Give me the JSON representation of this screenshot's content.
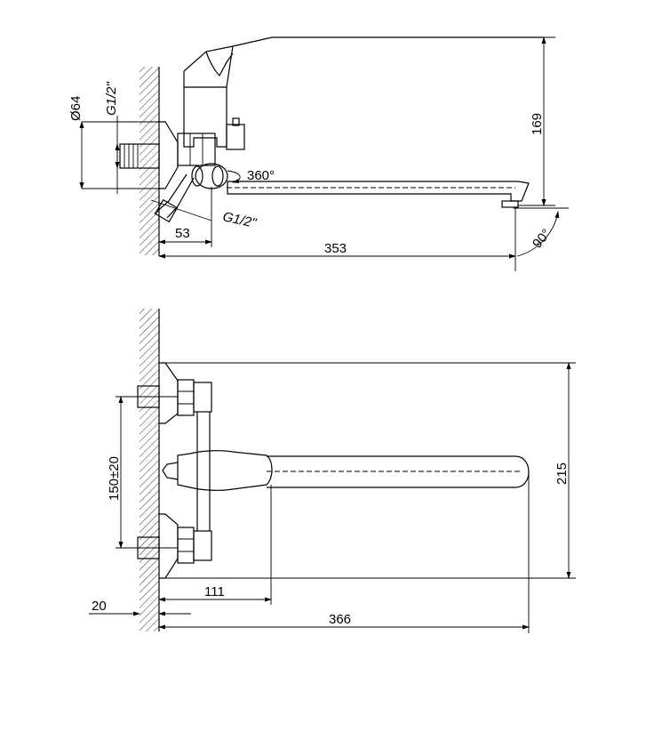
{
  "top_view": {
    "dim_diameter": "Ø64",
    "dim_thread_top": "G1/2\"",
    "dim_rotation": "360°",
    "dim_thread_bottom": "G1/2\"",
    "dim_height": "169",
    "dim_offset": "53",
    "dim_length": "353",
    "dim_angle": "90°"
  },
  "bottom_view": {
    "dim_spacing": "150±20",
    "dim_height": "215",
    "dim_handle": "111",
    "dim_wall": "20",
    "dim_length": "366"
  }
}
